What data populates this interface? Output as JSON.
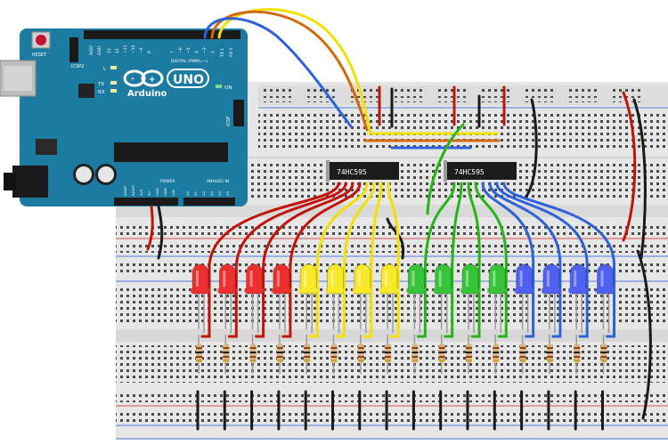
{
  "arduino": {
    "brand": "Arduino",
    "model": "UNO",
    "reset_label": "RESET",
    "icsp2_label": "ICSP2",
    "icsp_label": "ICSP",
    "on_label": "ON",
    "led_labels": [
      "L",
      "TX",
      "RX"
    ],
    "digital_label": "DIGITAL (PWM=~)",
    "power_label": "POWER",
    "analog_label": "ANALOG IN",
    "aref_label": "AREF",
    "gnd_label": "GND",
    "digital_pins": [
      "13",
      "12",
      "~11",
      "~10",
      "~9",
      "8",
      "7",
      "~6",
      "~5",
      "4",
      "~3",
      "2",
      "TX 1",
      "RX 0"
    ],
    "power_pins": [
      "IOREF",
      "RESET",
      "3V3",
      "5V",
      "GND",
      "GND",
      "VIN"
    ],
    "analog_pins": [
      "A0",
      "A1",
      "A2",
      "A3",
      "A4",
      "A5"
    ]
  },
  "shift_registers": [
    {
      "label": "74HC595"
    },
    {
      "label": "74HC595"
    }
  ],
  "leds": [
    {
      "color": "red"
    },
    {
      "color": "red"
    },
    {
      "color": "red"
    },
    {
      "color": "red"
    },
    {
      "color": "yellow"
    },
    {
      "color": "yellow"
    },
    {
      "color": "yellow"
    },
    {
      "color": "yellow"
    },
    {
      "color": "green"
    },
    {
      "color": "green"
    },
    {
      "color": "green"
    },
    {
      "color": "green"
    },
    {
      "color": "blue"
    },
    {
      "color": "blue"
    },
    {
      "color": "blue"
    },
    {
      "color": "blue"
    }
  ],
  "colors": {
    "board": "#1b7ba0",
    "breadboard": "#e8e8e8",
    "hole": "#3d3d3d",
    "rail_red": "#d9534f",
    "rail_blue": "#4f7fd9",
    "wire_red": "#c0140c",
    "wire_yellow": "#f2e100",
    "wire_green": "#27b418",
    "wire_blue": "#2f62d8",
    "wire_orange": "#d2690c",
    "wire_black": "#1a1a1a",
    "led_red": "#ec3030",
    "led_yellow": "#f7e82a",
    "led_green": "#37c43a",
    "led_blue": "#5060f0",
    "chip": "#1c1c1c",
    "resistor": "#d9b383"
  }
}
